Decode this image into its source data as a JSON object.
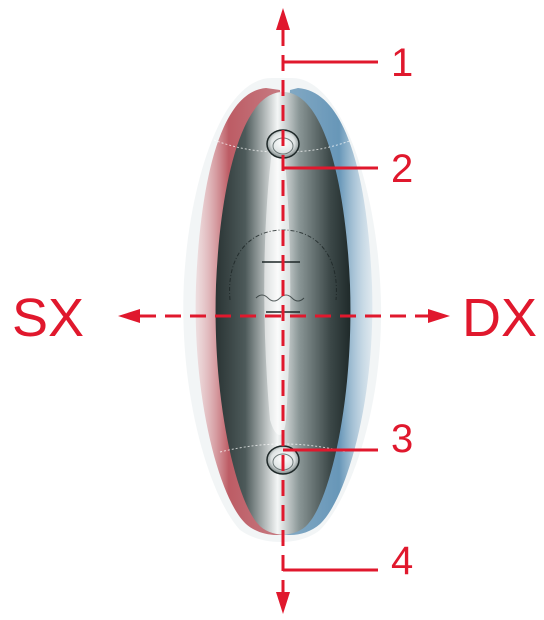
{
  "colors": {
    "annotation": "#e0182d",
    "body_dark": "#2a3434",
    "body_light": "#f4f6f6",
    "ghost_left": "#b3414b",
    "ghost_right": "#4f86ad"
  },
  "labels": {
    "left": "SX",
    "right": "DX",
    "callouts": [
      "1",
      "2",
      "3",
      "4"
    ]
  }
}
